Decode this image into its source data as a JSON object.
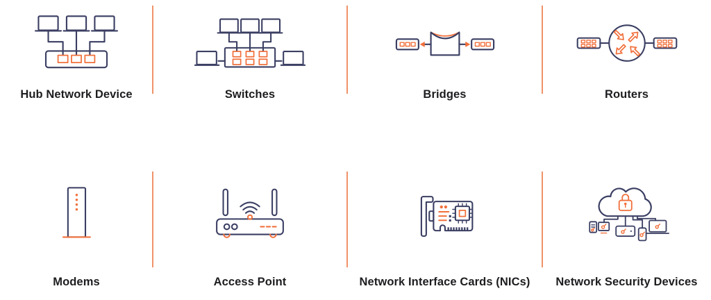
{
  "palette": {
    "navy": "#3a3e62",
    "orange": "#f1703c",
    "divider": "#f09268",
    "text": "#1d1d20",
    "background": "#ffffff"
  },
  "cells": [
    {
      "label": "Hub Network Device",
      "icon": "hub-network-device-icon"
    },
    {
      "label": "Switches",
      "icon": "switches-icon"
    },
    {
      "label": "Bridges",
      "icon": "bridges-icon"
    },
    {
      "label": "Routers",
      "icon": "routers-icon"
    },
    {
      "label": "Modems",
      "icon": "modems-icon"
    },
    {
      "label": "Access Point",
      "icon": "access-point-icon"
    },
    {
      "label": "Network Interface Cards (NICs)",
      "icon": "network-interface-card-icon"
    },
    {
      "label": "Network Security Devices",
      "icon": "network-security-devices-icon"
    }
  ]
}
